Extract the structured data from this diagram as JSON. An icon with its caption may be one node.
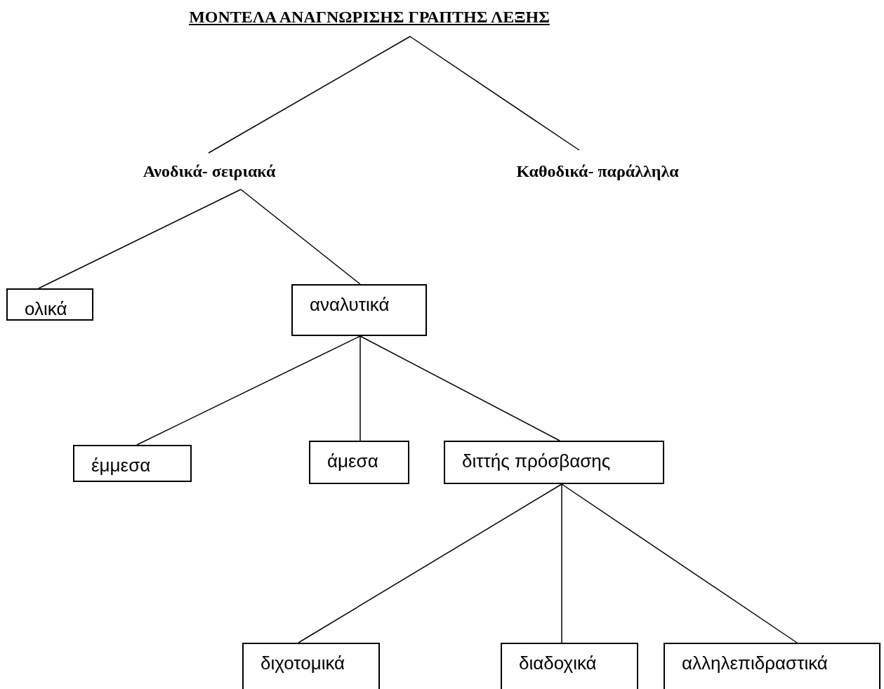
{
  "diagram": {
    "nodes": [
      {
        "text": [
          "ΜΟΝΤΕΛΑ ΑΝΑΓΝΩΡΙΣΗΣ ΓΡΑΠΤΗΣ ΛΕΞΗΣ"
        ]
      },
      {
        "text": [
          "Ανοδικά- σειριακά"
        ]
      },
      {
        "text": [
          "Καθοδικά- παράλληλα"
        ]
      },
      {
        "text": [
          "ολικά"
        ]
      },
      {
        "text": [
          "αναλυτικά"
        ]
      },
      {
        "text": [
          "έμμεσα"
        ]
      },
      {
        "text": [
          "άμεσα"
        ]
      },
      {
        "text": [
          "διττής πρόσβασης"
        ]
      },
      {
        "text": [
          "διχοτομικά"
        ]
      },
      {
        "text": [
          "διαδοχικά"
        ]
      },
      {
        "text": [
          "αλληλεπιδραστικά"
        ]
      }
    ],
    "edges": [
      {
        "from": 0,
        "to": 1,
        "arrow": "none"
      },
      {
        "from": 0,
        "to": 2,
        "arrow": "none"
      },
      {
        "from": 1,
        "to": 3,
        "arrow": "none"
      },
      {
        "from": 1,
        "to": 4,
        "arrow": "none"
      },
      {
        "from": 4,
        "to": 5,
        "arrow": "none"
      },
      {
        "from": 4,
        "to": 6,
        "arrow": "none"
      },
      {
        "from": 4,
        "to": 7,
        "arrow": "none"
      },
      {
        "from": 7,
        "to": 8,
        "arrow": "none"
      },
      {
        "from": 7,
        "to": 9,
        "arrow": "none"
      },
      {
        "from": 7,
        "to": 10,
        "arrow": "none"
      }
    ]
  }
}
